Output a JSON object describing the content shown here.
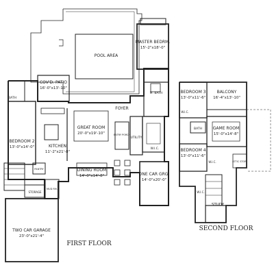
{
  "floors": {
    "first": "FIRST FLOOR",
    "second": "SECOND FLOOR"
  },
  "rooms": {
    "pool_area": "POOL AREA",
    "master_bedrm": "MASTER BEDRM.",
    "master_bedrm_dim": "15'-2\"x18'-0\"",
    "covd_patio": "COV'D. PATIO",
    "covd_patio_dim": "16'-0\"x13'-10\"",
    "m_bath": "M. BATH",
    "bath_left": "BATH",
    "foyer": "FOYER",
    "great_room": "GREAT ROOM",
    "great_room_dim": "20'-0\"x19'-10\"",
    "bedroom_2": "BEDROOM 2",
    "bedroom_2_dim": "13'-0\"x14'-0\"",
    "kitchen": "KITCHEN",
    "kitchen_dim": "11'-2\"x21'-8\"",
    "entry_porch": "ENTRY PORCH",
    "utility": "UTILITY",
    "wic_master": "W.I.C.",
    "dining_room": "DINING ROOM",
    "dining_room_dim": "14'-0\"x14'-8\"",
    "one_car_grg": "ONE CAR GRG.",
    "one_car_grg_dim": "14'-0\"x20'-0\"",
    "pantry": "PANTRY",
    "mud_rm": "MUD RM.",
    "storage": "STORAGE",
    "two_car_garage": "TWO CAR GARAGE",
    "two_car_garage_dim": "23'-0\"x21'-4\"",
    "bedroom_3": "BEDROOM 3",
    "bedroom_3_dim": "13'-0\"x11'-6\"",
    "balcony": "BALCONY",
    "balcony_dim": "16'-4\"x13'-10\"",
    "bath_2f": "BATH",
    "game_room": "GAME ROOM",
    "game_room_dim": "15'-0\"x14'-8\"",
    "bedroom_4": "BEDROOM 4",
    "bedroom_4_dim": "13'-0\"x11'-6\"",
    "wic_2f_a": "W.I.C.",
    "wic_2f_b": "W.I.C.",
    "wic_2f_c": "W.I.C.",
    "attic_stor": "ATTIC STOR.",
    "study": "STUDY"
  }
}
